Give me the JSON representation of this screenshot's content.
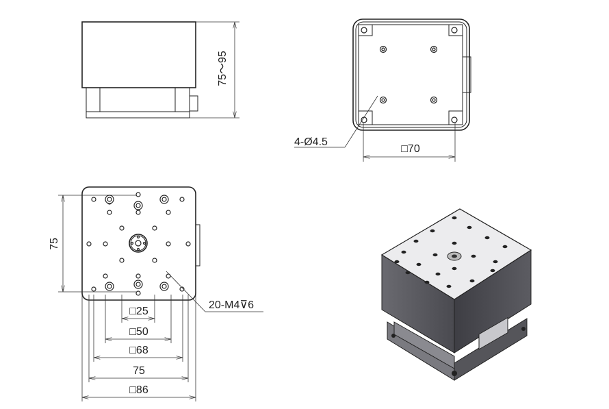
{
  "side_view": {
    "height_label": "75～95"
  },
  "bottom_view": {
    "hole_label": "4-Ø4.5",
    "pitch_label": "□70"
  },
  "top_view": {
    "height_label": "75",
    "thread_label": "20-M4⊽6",
    "dims": [
      "□25",
      "□50",
      "□68",
      "75",
      "□86"
    ]
  },
  "colors": {
    "body": "#5a5a5e",
    "top_face": "#e8e8ea",
    "line": "#222222"
  }
}
